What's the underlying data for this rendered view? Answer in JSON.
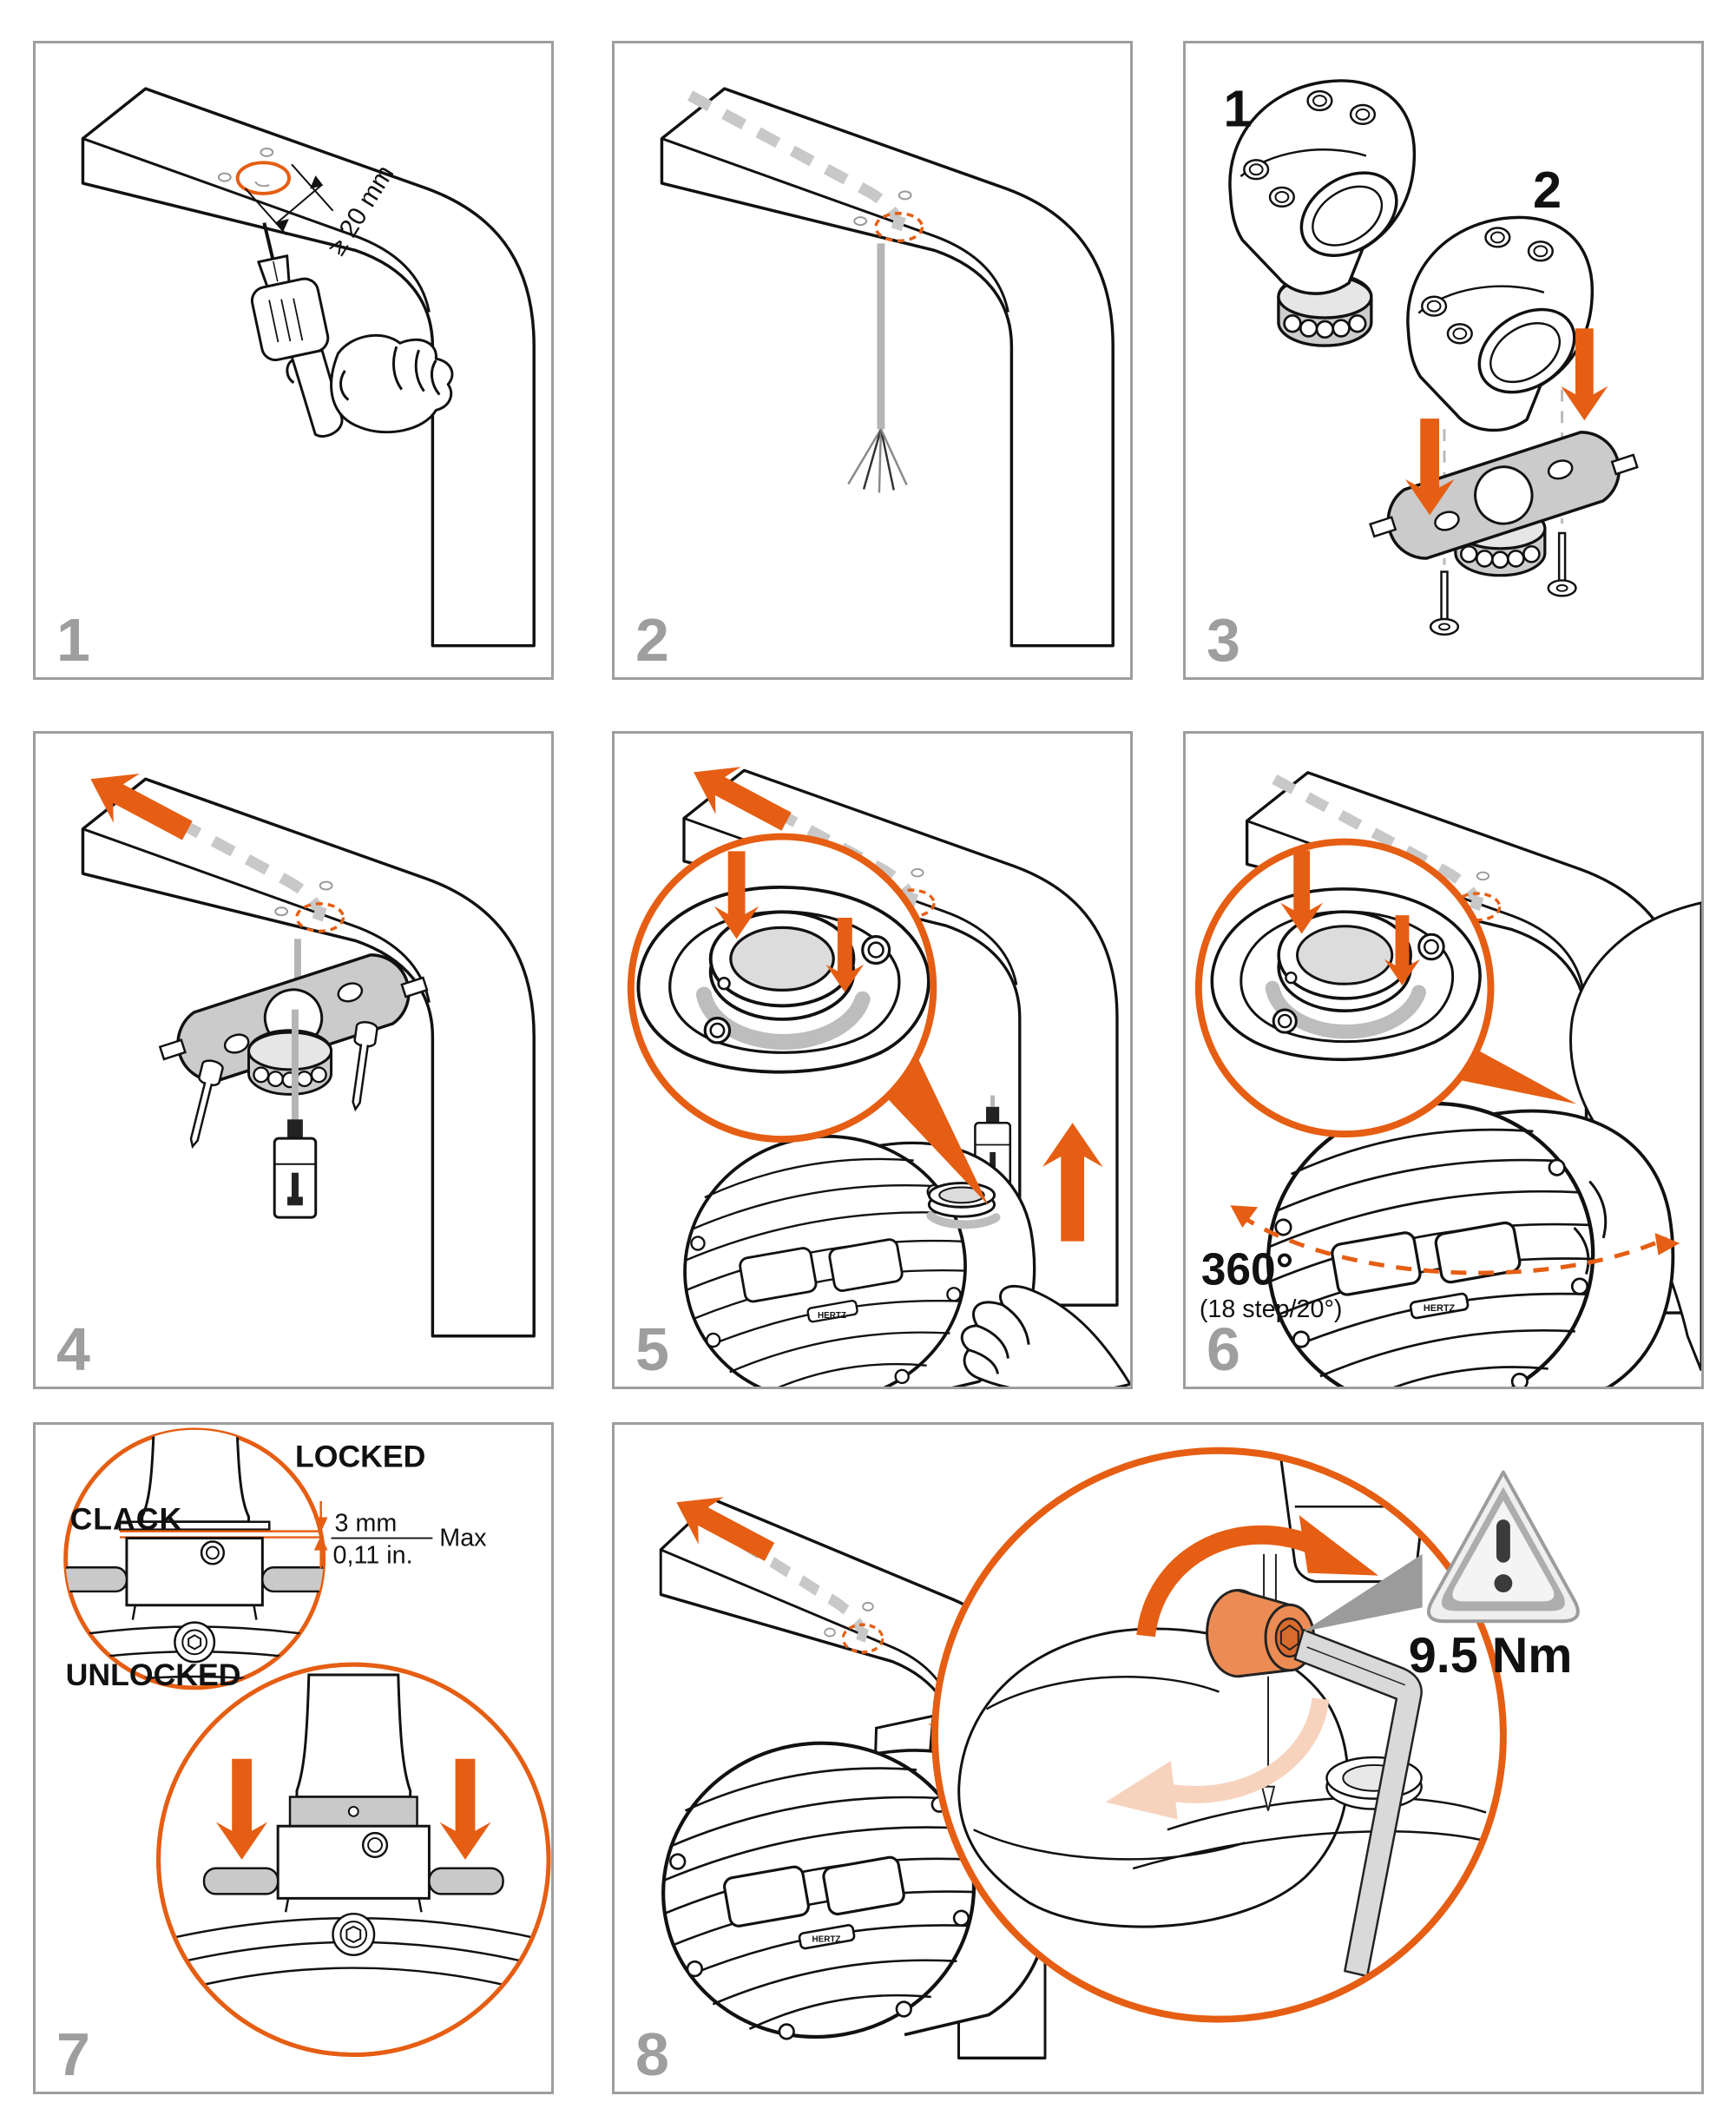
{
  "colors": {
    "accent": "#E55E13",
    "accent_soft": "#F7D3BE",
    "line": "#111111",
    "muted_gray": "#9E9E9E",
    "dash_gray": "#C8C8C8",
    "part_gray": "#CBCBCB"
  },
  "brand_badge": "HERTZ",
  "panels": {
    "p1": {
      "number": "1",
      "hole_min_note": "≥ 20 mm"
    },
    "p2": {
      "number": "2"
    },
    "p3": {
      "number": "3",
      "option1_label": "1",
      "option2_label": "2"
    },
    "p4": {
      "number": "4"
    },
    "p5": {
      "number": "5"
    },
    "p6": {
      "number": "6",
      "rotation": "360°",
      "rotation_note": "(18 step/20°)"
    },
    "p7": {
      "number": "7",
      "locked_label": "LOCKED",
      "unlocked_label": "UNLOCKED",
      "click_sound": "CLACK",
      "gap_mm": "3 mm",
      "gap_in": "0,11 in.",
      "gap_limit": "Max"
    },
    "p8": {
      "number": "8",
      "torque": "9.5 Nm"
    }
  }
}
